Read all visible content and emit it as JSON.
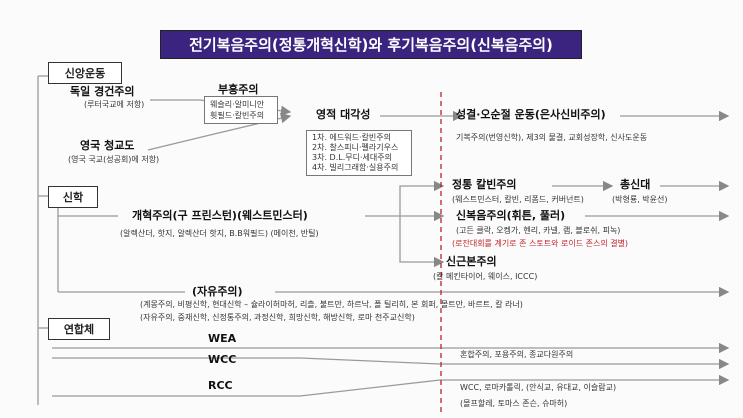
{
  "title": "전기복음주의(정통개혁신학)와 후기복음주의(신복음주의)",
  "sections": {
    "faith": "신앙운동",
    "theology": "신학",
    "union": "연합체"
  },
  "faith_movement": {
    "german_pietism": "독일 경건주의",
    "german_pietism_sub": "(루터국교에 저항)",
    "revival": "부흥주의",
    "revival_sub": [
      "웨슬리·알미니안",
      "휫필드·칼빈주의"
    ],
    "english_puritan": "영국 청교도",
    "english_puritan_sub": "(영국 국교(성공회)에 저항)",
    "awakening": "영적 대각성",
    "awakenings": [
      "1차. 에드워드·칼빈주의",
      "2차. 찰스피니·펠라기우스",
      "3차. D.L.무디·세대주의",
      "4차. 빌리그래함·실용주의"
    ],
    "post": "성결·오순절 운동(은사신비주의)",
    "post_sub": "기복주의(번영신학), 제3의 물결, 교회성장학, 신사도운동"
  },
  "theology": {
    "orthodox_calvin": "정통 칼빈주의",
    "orthodox_calvin_sub": "(웨스트민스터, 칼빈, 리폼드, 커버넌트)",
    "chongshin": "총신대",
    "chongshin_sub": "(박형룡, 박윤선)",
    "reformed": "개혁주의(구 프린스턴)(웨스트민스터)",
    "reformed_sub": "(알렉산더, 핫지, 알렉산더 핫지, B.B워필드) (메이천, 반틸)",
    "neo_evangelical": "신복음주의(휘튼, 풀러)",
    "neo_evangelical_sub": "(고든 클락, 오켕가, 헨리, 카넬, 램, 블로쉬, 피녹)",
    "neo_evangelical_note": "(로잔대회를 계기로 존 스토트와 로이드 존스의 결별)",
    "neo_fundamental": "신근본주의",
    "neo_fundamental_sub": "(칼 메킨타이어, 웨이스, ICCC)",
    "liberal": "(자유주의)",
    "liberal_sub1": "(계몽주의, 비평신학, 현대신학 – 슐라이허마허, 리츨, 불트만, 하르낙, 폴 틸리히, 본 회퍼, 몰트만, 바르트, 칼 라너)",
    "liberal_sub2": "(자유주의, 중재신학, 신정통주의, 과정신학, 희망신학, 해방신학, 로마 천주교신학)"
  },
  "union": {
    "wea": "WEA",
    "wcc": "WCC",
    "rcc": "RCC",
    "wcc_sub": "혼합주의, 포용주의, 종교다원주의",
    "rcc_sub1": "WCC, 로마카톨릭, (안식교, 유대교, 이슬람교)",
    "rcc_sub2": "(몰프할레, 토마스 존슨, 슈마허)"
  }
}
